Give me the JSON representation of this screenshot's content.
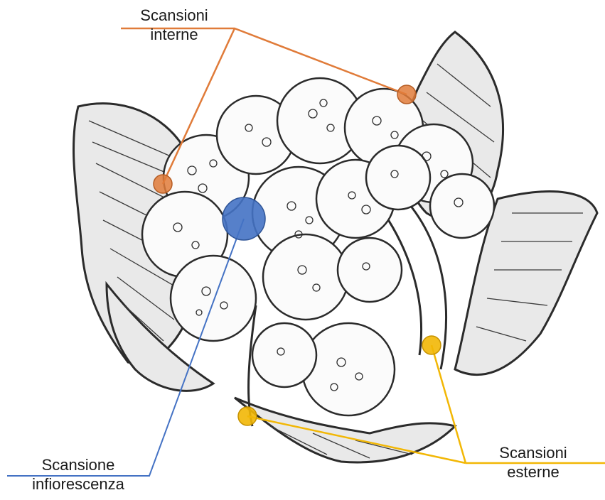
{
  "labels": {
    "internal_scans": {
      "line1": "Scansioni",
      "line2": "interne",
      "color": "#E07B39"
    },
    "inflorescence_scan": {
      "line1": "Scansione",
      "line2": "infiorescenza",
      "color": "#4472C4"
    },
    "external_scans": {
      "line1": "Scansioni",
      "line2": "esterne",
      "color": "#F2B705"
    }
  },
  "colors": {
    "orange_marker": "#E07B39",
    "blue_marker": "#4472C4",
    "yellow_marker": "#F2B705",
    "ink": "#2b2b2b"
  }
}
